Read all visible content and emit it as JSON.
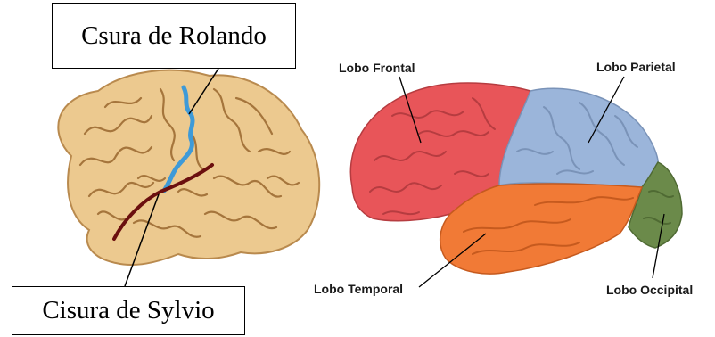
{
  "callouts": {
    "rolando": "Csura de Rolando",
    "sylvio": "Cisura de Sylvio"
  },
  "lobes": {
    "frontal": "Lobo Frontal",
    "parietal": "Lobo Parietal",
    "temporal": "Lobo Temporal",
    "occipital": "Lobo Occipital"
  },
  "colors": {
    "brain_tan": "#ecc98f",
    "fold_brown": "#a5753c",
    "rolando_blue": "#3e9ad8",
    "sylvio_dark_red": "#6b0f0f",
    "frontal_red": "#e85559",
    "parietal_blue": "#9bb5da",
    "temporal_orange": "#f17a36",
    "occipital_green": "#6b8a4a"
  }
}
